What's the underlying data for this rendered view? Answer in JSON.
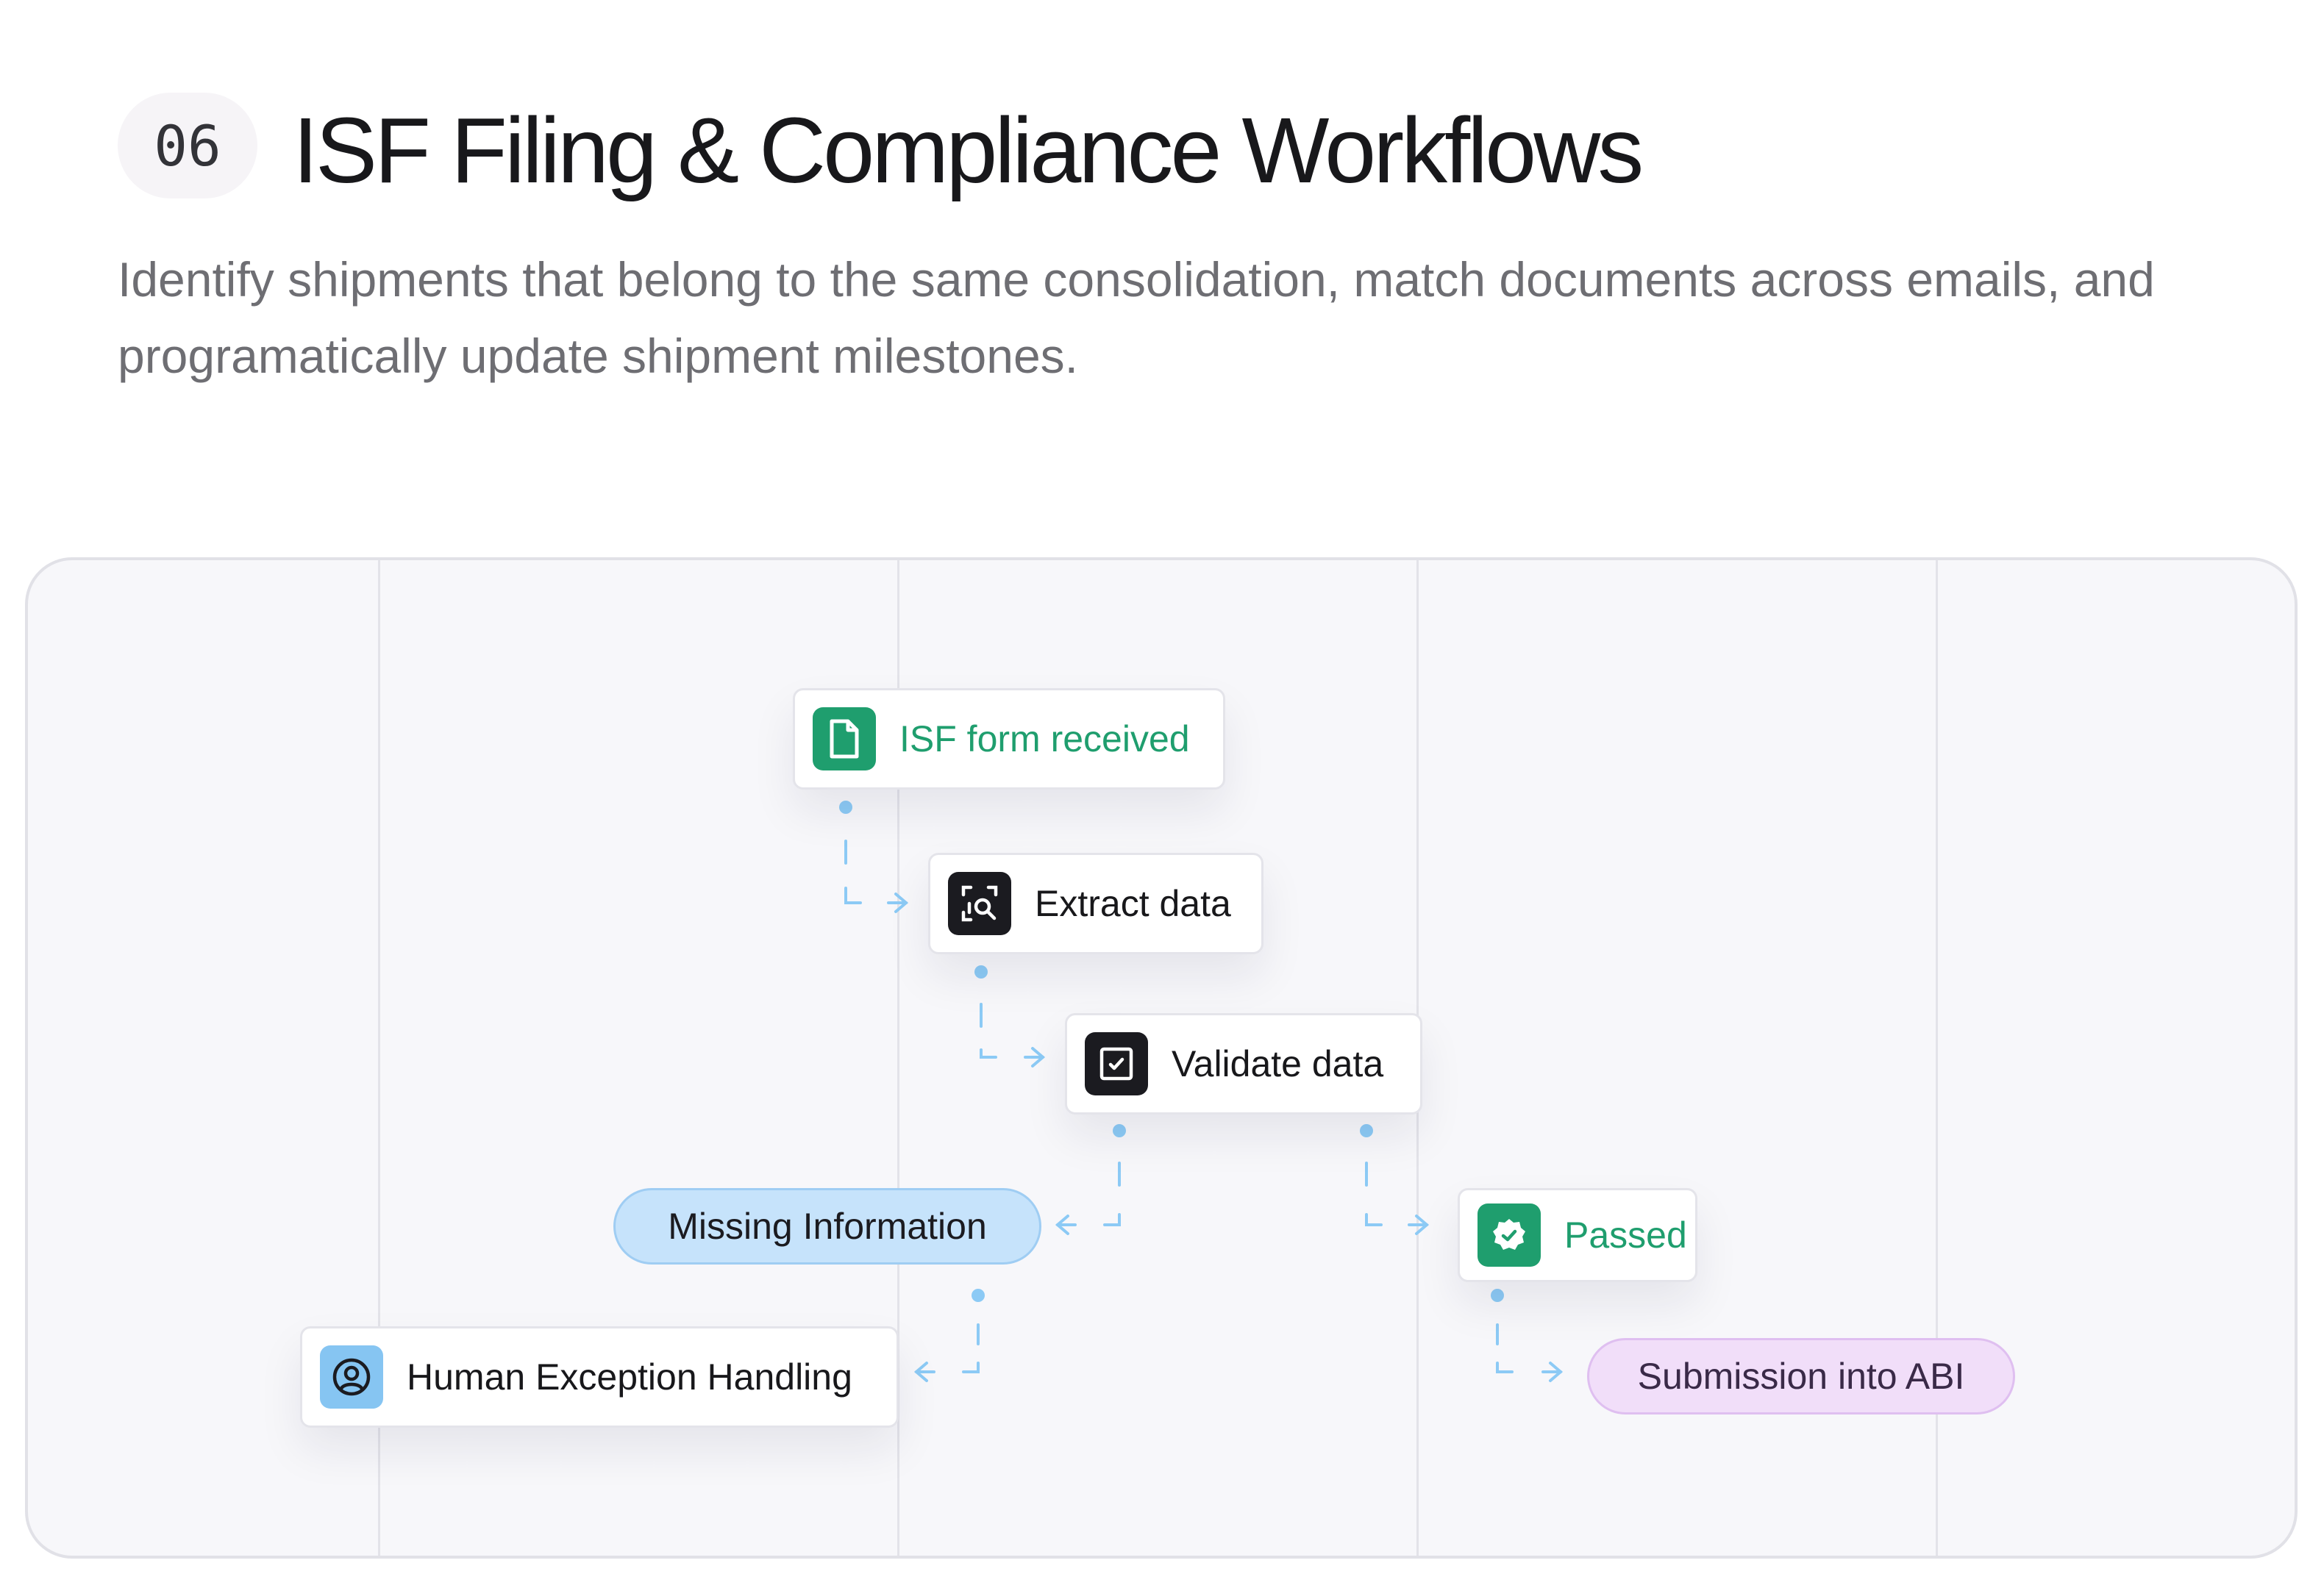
{
  "header": {
    "number": "06",
    "title": "ISF Filing & Compliance Workflows",
    "subtitle": "Identify shipments that belong to the same consolidation, match documents across emails, and programatically update shipment milestones."
  },
  "diagram": {
    "nodes": {
      "isf_form_received": {
        "label": "ISF form received",
        "icon": "document-icon"
      },
      "extract_data": {
        "label": "Extract data",
        "icon": "scan-search-icon"
      },
      "validate_data": {
        "label": "Validate data",
        "icon": "check-square-icon"
      },
      "missing_information": {
        "label": "Missing Information"
      },
      "passed": {
        "label": "Passed",
        "icon": "check-badge-icon"
      },
      "human_exception_handling": {
        "label": "Human Exception Handling",
        "icon": "user-circle-icon"
      },
      "submission_into_abi": {
        "label": "Submission into ABI"
      }
    },
    "edges": [
      {
        "from": "ISF form received",
        "to": "Extract data"
      },
      {
        "from": "Extract data",
        "to": "Validate data"
      },
      {
        "from": "Validate data",
        "to": "Missing Information"
      },
      {
        "from": "Validate data",
        "to": "Passed"
      },
      {
        "from": "Missing Information",
        "to": "Human Exception Handling"
      },
      {
        "from": "Passed",
        "to": "Submission into ABI"
      }
    ],
    "colors": {
      "green": "#1f9e6e",
      "dark": "#1b1b20",
      "connector": "#8ccaf5",
      "pill_blue": "#c6e3fb",
      "pill_purple": "#f1def9"
    }
  }
}
